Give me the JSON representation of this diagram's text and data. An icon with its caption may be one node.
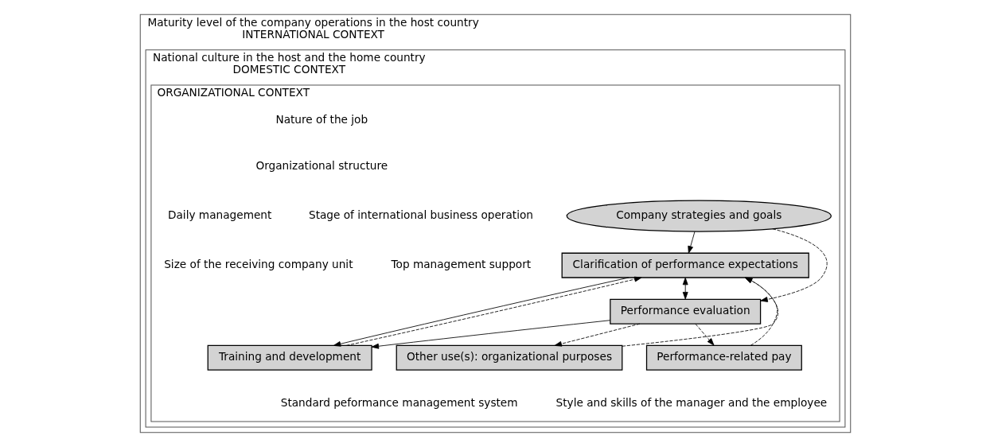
{
  "diagram": {
    "nodes": [
      {
        "text": [
          "Maturity level of the company operations in the host country",
          "INTERNATIONAL CONTEXT"
        ]
      },
      {
        "text": [
          "National culture in the host and the home country",
          "DOMESTIC CONTEXT"
        ],
        "in": 0
      },
      {
        "text": [
          "ORGANIZATIONAL CONTEXT"
        ],
        "in": 1
      },
      {
        "text": [
          "Company strategies and goals"
        ],
        "in": 2
      },
      {
        "text": [
          "Clarification of performance expectations"
        ],
        "in": 2
      },
      {
        "text": [
          "Performance evaluation"
        ],
        "in": 2
      },
      {
        "text": [
          "Training and development"
        ],
        "in": 2
      },
      {
        "text": [
          "Performance-related pay"
        ],
        "in": 2
      },
      {
        "text": [
          "Other use(s): organizational purposes"
        ],
        "in": 2
      }
    ],
    "edges": [
      {
        "from": 3,
        "to": 4,
        "arrow": "to"
      },
      {
        "from": 3,
        "to": 5,
        "arrow": "to",
        "style": "dashed"
      },
      {
        "from": 4,
        "to": 5,
        "arrow": "both"
      },
      {
        "from": 4,
        "to": 6,
        "arrow": "to"
      },
      {
        "from": 5,
        "to": 6,
        "arrow": "to"
      },
      {
        "from": 5,
        "to": 7,
        "arrow": "to",
        "style": "dashed"
      },
      {
        "from": 5,
        "to": 8,
        "arrow": "to",
        "style": "dashed"
      },
      {
        "from": 6,
        "to": 4,
        "arrow": "to",
        "style": "dashed"
      },
      {
        "from": 7,
        "to": 4,
        "arrow": "to",
        "style": "dashed"
      },
      {
        "from": 8,
        "to": 4,
        "arrow": "to",
        "style": "dashed"
      }
    ],
    "labels": [
      "Nature of the job",
      "Organizational structure",
      "Stage of international business operation",
      "Daily management",
      "Top management support",
      "Size of the receiving company unit",
      "Standard peformance management system",
      "Style and skills of the manager and the employee"
    ]
  }
}
